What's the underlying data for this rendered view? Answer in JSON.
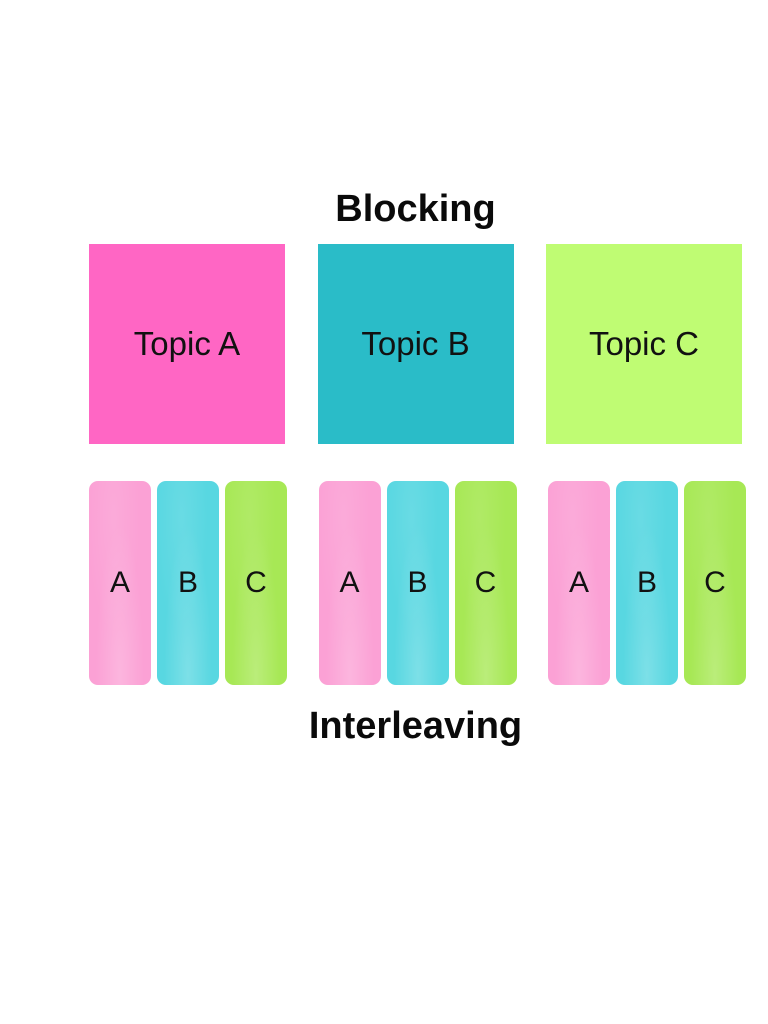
{
  "blocking": {
    "title": "Blocking",
    "squares": [
      {
        "label": "Topic A",
        "color": "#FF66C4"
      },
      {
        "label": "Topic B",
        "color": "#2ABCC8"
      },
      {
        "label": "Topic C",
        "color": "#BFFC73"
      }
    ]
  },
  "interleaving": {
    "title": "Interleaving",
    "groups": [
      {
        "bars": [
          {
            "label": "A",
            "color": "#FBA1D5"
          },
          {
            "label": "B",
            "color": "#58D7E1"
          },
          {
            "label": "C",
            "color": "#A7E855"
          }
        ]
      },
      {
        "bars": [
          {
            "label": "A",
            "color": "#FBA1D5"
          },
          {
            "label": "B",
            "color": "#58D7E1"
          },
          {
            "label": "C",
            "color": "#A7E855"
          }
        ]
      },
      {
        "bars": [
          {
            "label": "A",
            "color": "#FBA1D5"
          },
          {
            "label": "B",
            "color": "#58D7E1"
          },
          {
            "label": "C",
            "color": "#A7E855"
          }
        ]
      }
    ]
  },
  "colors": {
    "background": "#ffffff",
    "text": "#0a0a0a"
  }
}
